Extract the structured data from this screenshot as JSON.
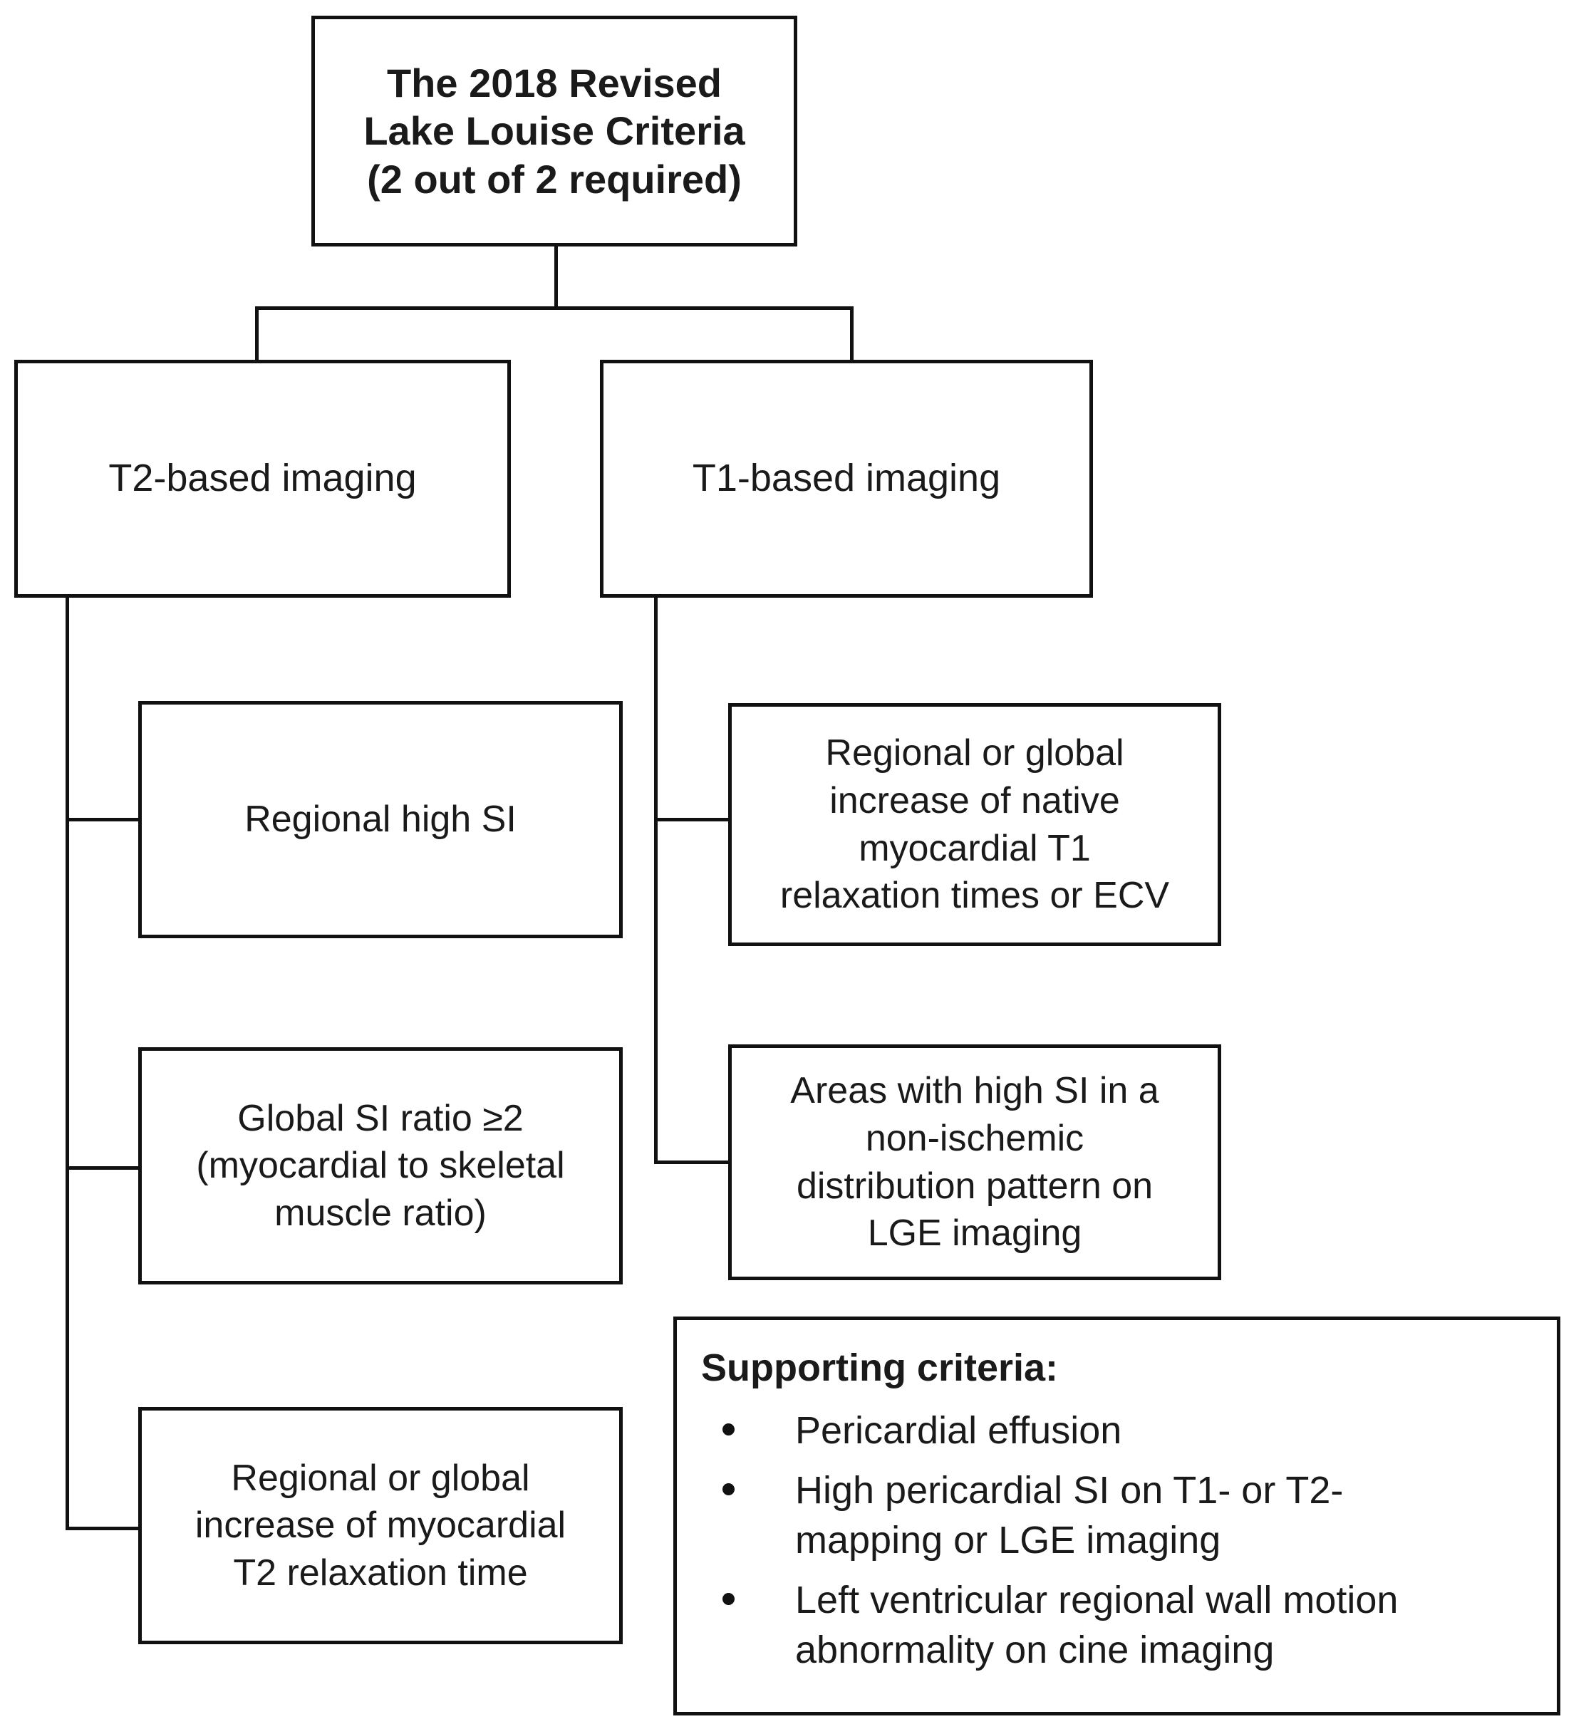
{
  "diagram": {
    "title": "The 2018 Revised Lake Louise Criteria",
    "root": {
      "line1": "The 2018 Revised",
      "line2": "Lake Louise Criteria",
      "line3": "(2 out of  2 required)",
      "text": "The 2018 Revised\nLake Louise Criteria\n(2 out of  2 required)"
    },
    "branches": {
      "t2": {
        "label": "T2-based imaging",
        "children": [
          {
            "label": "Regional high SI"
          },
          {
            "label": "Global SI ratio ≥2\n(myocardial to skeletal\nmuscle ratio)"
          },
          {
            "label": "Regional or global\nincrease of myocardial\nT2 relaxation time"
          }
        ]
      },
      "t1": {
        "label": "T1-based imaging",
        "children": [
          {
            "label": "Regional or global\nincrease of native\nmyocardial T1\nrelaxation times or ECV"
          },
          {
            "label": "Areas with high SI in a\nnon-ischemic\ndistribution pattern on\nLGE imaging"
          }
        ]
      }
    },
    "supporting": {
      "title": "Supporting criteria:",
      "items": [
        "Pericardial effusion",
        "High pericardial SI on T1- or T2-\nmapping or LGE imaging",
        "Left ventricular regional wall motion\nabnormality on cine imaging"
      ]
    },
    "colors": {
      "stroke": "#111111",
      "background": "#ffffff",
      "text": "#1a1a1a"
    }
  }
}
